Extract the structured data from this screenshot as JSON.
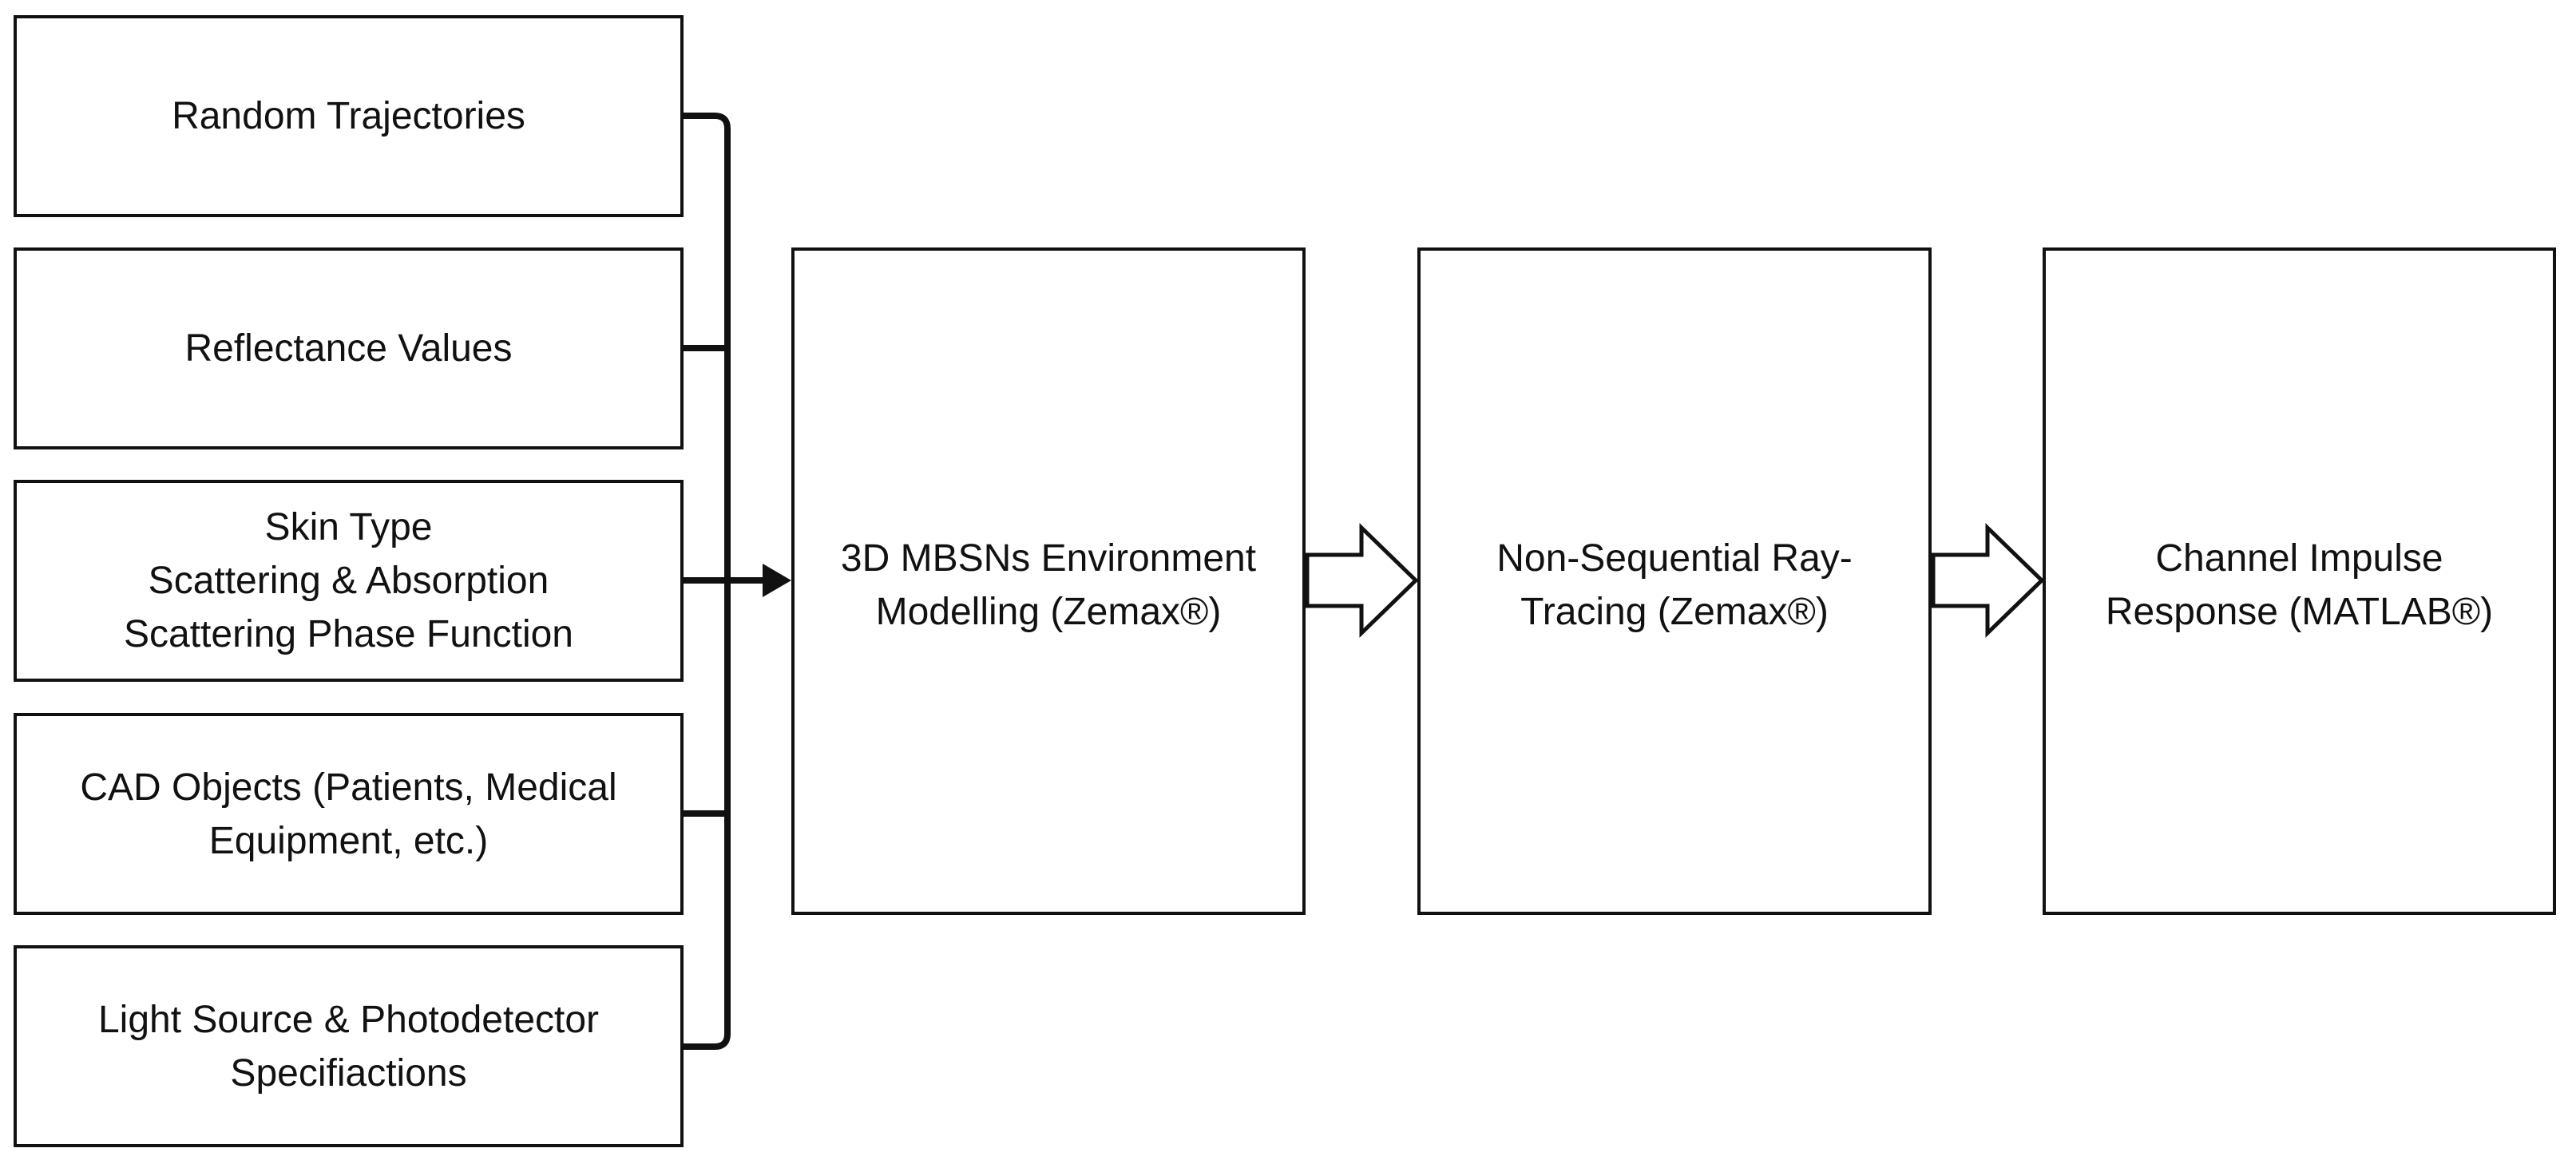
{
  "inputs": [
    {
      "lines": [
        "Random Trajectories"
      ]
    },
    {
      "lines": [
        "Reflectance Values"
      ]
    },
    {
      "lines": [
        "Skin Type",
        "Scattering & Absorption",
        "Scattering Phase Function"
      ]
    },
    {
      "lines": [
        "CAD Objects (Patients, Medical",
        "Equipment, etc.)"
      ]
    },
    {
      "lines": [
        "Light Source & Photodetector",
        "Specifiactions"
      ]
    }
  ],
  "processes": [
    {
      "lines": [
        "3D MBSNs Environment",
        "Modelling (Zemax®)"
      ]
    },
    {
      "lines": [
        "Non-Sequential Ray-",
        "Tracing (Zemax®)"
      ]
    },
    {
      "lines": [
        "Channel Impulse",
        "Response (MATLAB®)"
      ]
    }
  ],
  "colors": {
    "stroke": "#111111",
    "background": "#ffffff"
  }
}
